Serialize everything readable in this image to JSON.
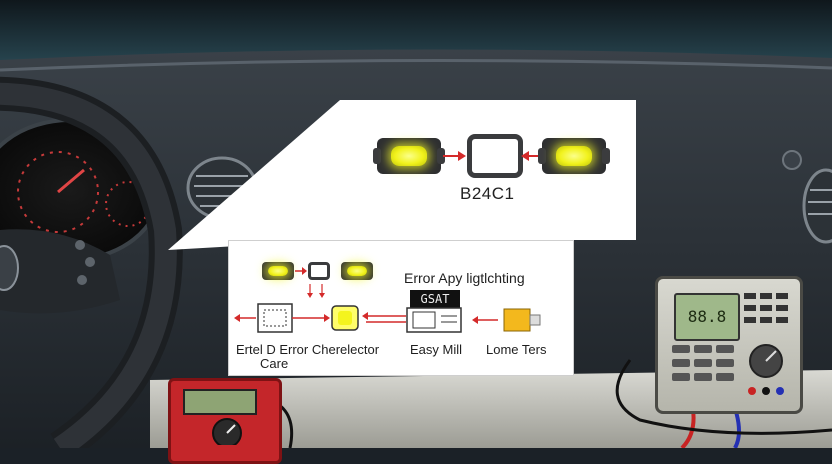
{
  "callout": {
    "code": "B24C1"
  },
  "diagram": {
    "header": "Error Apy ligtlchting",
    "screen_text": "GSAT",
    "labels": {
      "left_line1": "Ertel D Error Cherelector",
      "left_line2": "Care",
      "middle": "Easy Mill",
      "right": "Lome Ters"
    }
  },
  "colors": {
    "lamp_glow": "#f1f21c",
    "arrow_red": "#d42a2a",
    "meter_left_body": "#c4262a",
    "dashboard": "#2a3138"
  },
  "icons": {
    "steering_wheel": "steering-wheel",
    "air_vent": "air-vent",
    "multimeter": "multimeter"
  }
}
